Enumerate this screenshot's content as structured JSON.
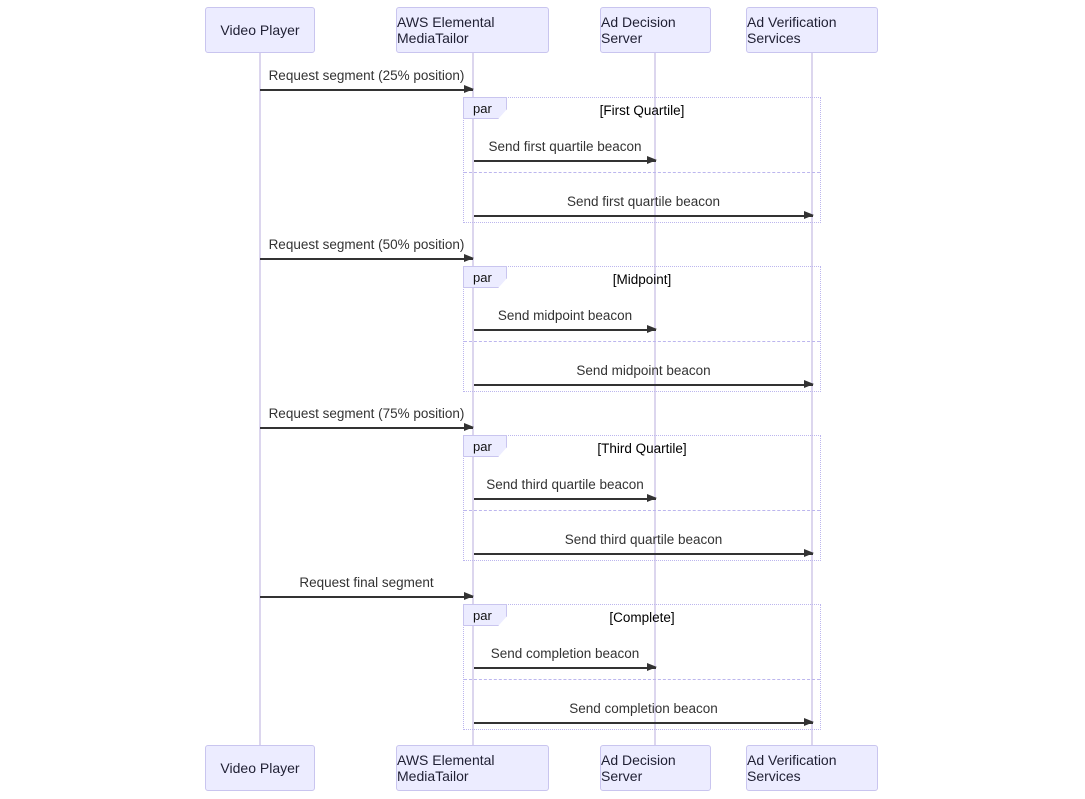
{
  "diagram": {
    "type": "sequence-diagram",
    "par_keyword": "par",
    "participants": [
      {
        "label": "Video Player"
      },
      {
        "label": "AWS Elemental MediaTailor"
      },
      {
        "label": "Ad Decision Server"
      },
      {
        "label": "Ad Verification Services"
      }
    ],
    "requests": [
      {
        "label": "Request segment (25% position)",
        "from": "Video Player",
        "to": "AWS Elemental MediaTailor"
      },
      {
        "label": "Request segment (50% position)",
        "from": "Video Player",
        "to": "AWS Elemental MediaTailor"
      },
      {
        "label": "Request segment (75% position)",
        "from": "Video Player",
        "to": "AWS Elemental MediaTailor"
      },
      {
        "label": "Request final segment",
        "from": "Video Player",
        "to": "AWS Elemental MediaTailor"
      }
    ],
    "par_blocks": [
      {
        "condition": "[First Quartile]",
        "messages": [
          {
            "label": "Send first quartile beacon",
            "from": "AWS Elemental MediaTailor",
            "to": "Ad Decision Server"
          },
          {
            "label": "Send first quartile beacon",
            "from": "AWS Elemental MediaTailor",
            "to": "Ad Verification Services"
          }
        ]
      },
      {
        "condition": "[Midpoint]",
        "messages": [
          {
            "label": "Send midpoint beacon",
            "from": "AWS Elemental MediaTailor",
            "to": "Ad Decision Server"
          },
          {
            "label": "Send midpoint beacon",
            "from": "AWS Elemental MediaTailor",
            "to": "Ad Verification Services"
          }
        ]
      },
      {
        "condition": "[Third Quartile]",
        "messages": [
          {
            "label": "Send third quartile beacon",
            "from": "AWS Elemental MediaTailor",
            "to": "Ad Decision Server"
          },
          {
            "label": "Send third quartile beacon",
            "from": "AWS Elemental MediaTailor",
            "to": "Ad Verification Services"
          }
        ]
      },
      {
        "condition": "[Complete]",
        "messages": [
          {
            "label": "Send completion beacon",
            "from": "AWS Elemental MediaTailor",
            "to": "Ad Decision Server"
          },
          {
            "label": "Send completion beacon",
            "from": "AWS Elemental MediaTailor",
            "to": "Ad Verification Services"
          }
        ]
      }
    ],
    "colors": {
      "actor_fill": "#ECECFF",
      "actor_border": "#C9C5EF",
      "lifeline": "#DCD6EE",
      "frame_border": "#BCB6EE",
      "signal": "#333333",
      "text": "#1F1F33"
    }
  }
}
